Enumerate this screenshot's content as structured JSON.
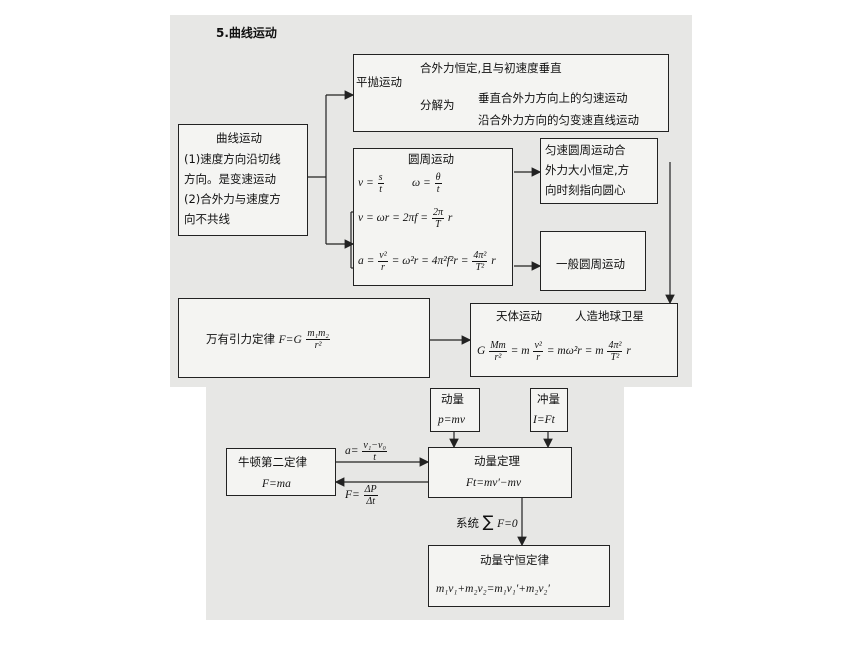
{
  "section_title": "5.曲线运动",
  "curve_motion": {
    "title": "曲线运动",
    "line1": "(1)速度方向沿切线",
    "line2": "方向。是变速运动",
    "line3": "(2)合外力与速度方",
    "line4": "向不共线"
  },
  "projectile": {
    "label": "平抛运动",
    "condition": "合外力恒定,且与初速度垂直",
    "decompose": "分解为",
    "comp1": "垂直合外力方向上的匀速运动",
    "comp2": "沿合外力方向的匀变速直线运动"
  },
  "circular": {
    "title": "圆周运动",
    "v_eq": "v =",
    "v_num": "s",
    "v_den": "t",
    "w_eq": "ω =",
    "w_num": "θ",
    "w_den": "t",
    "v2_lhs": "v = ωr = 2πf =",
    "v2_num": "2π",
    "v2_den": "T",
    "v2_tail": "r",
    "a_lhs": "a =",
    "a_num": "v²",
    "a_den": "r",
    "a_mid": "= ω²r = 4π²f²r =",
    "a_num2": "4π²",
    "a_den2": "T²",
    "a_tail": "r"
  },
  "uniform_circular": {
    "line1": "匀速圆周运动合",
    "line2": "外力大小恒定,方",
    "line3": "向时刻指向圆心"
  },
  "general_circular": {
    "label": "一般圆周运动"
  },
  "gravitation": {
    "label": "万有引力定律",
    "formula": "F=G",
    "num": "m₁m₂",
    "den": "r²"
  },
  "celestial": {
    "title1": "天体运动",
    "title2": "人造地球卫星",
    "g": "G",
    "n1": "Mm",
    "d1": "r²",
    "eq1": "= m",
    "n2": "v²",
    "d2": "r",
    "eq2": "= mω²r = m",
    "n3": "4π²",
    "d3": "T²",
    "tail": "r"
  },
  "momentum": {
    "label": "动量",
    "formula": "p=mv"
  },
  "impulse": {
    "label": "冲量",
    "formula": "I=Ft"
  },
  "newton2": {
    "label": "牛顿第二定律",
    "formula": "F=ma"
  },
  "arrow_top": {
    "lhs": "a=",
    "num": "v₁−v₀",
    "den": "t"
  },
  "arrow_bottom": {
    "lhs": "F=",
    "num": "ΔP",
    "den": "Δt"
  },
  "theorem": {
    "label": "动量定理",
    "formula": "Ft=mv′−mv"
  },
  "system": {
    "label": "系统",
    "sigma": "∑",
    "cond": "F=0"
  },
  "conservation": {
    "label": "动量守恒定律",
    "formula": "m₁v₁+m₂v₂=m₁v₁′+m₂v₂′"
  }
}
